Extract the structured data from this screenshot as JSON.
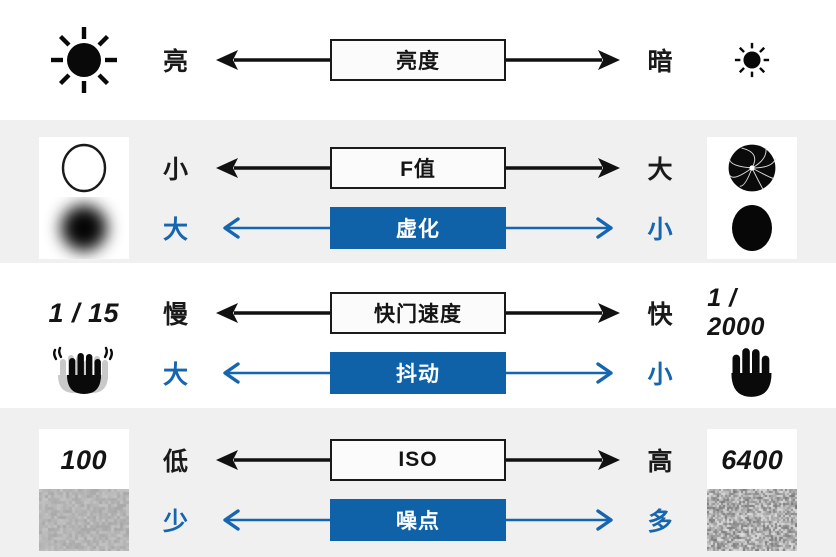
{
  "title": "Camera Exposure Triangle Relationship Chart",
  "colors": {
    "accent_blue": "#0f62a8",
    "text_blue": "#1565b0",
    "black": "#1a1a1a",
    "row_alt_bg": "#f0f0f0",
    "row_bg": "#ffffff"
  },
  "rows": [
    {
      "background": "#ffffff",
      "lines": [
        {
          "style": "light",
          "box_label": "亮度",
          "left_word": "亮",
          "right_word": "暗",
          "left_icon": "bright-sun-icon",
          "right_icon": "dim-sun-icon",
          "arrow_color": "#111111"
        }
      ]
    },
    {
      "background": "#f0f0f0",
      "lines": [
        {
          "style": "light",
          "box_label": "F值",
          "left_word": "小",
          "right_word": "大",
          "left_icon": "open-aperture-circle-icon",
          "right_icon": "closed-aperture-blades-icon",
          "arrow_color": "#111111"
        },
        {
          "style": "blue",
          "box_label": "虚化",
          "left_word": "大",
          "right_word": "小",
          "left_icon": "blurred-bokeh-circle-icon",
          "right_icon": "sharp-circle-icon",
          "arrow_color": "#1565b0"
        }
      ]
    },
    {
      "background": "#ffffff",
      "lines": [
        {
          "style": "light",
          "box_label": "快门速度",
          "left_word": "慢",
          "right_word": "快",
          "left_icon": "shutter-1-15-value",
          "left_icon_text": "1 / 15",
          "right_icon": "shutter-1-2000-value",
          "right_icon_text": "1 / 2000",
          "arrow_color": "#111111"
        },
        {
          "style": "blue",
          "box_label": "抖动",
          "left_word": "大",
          "right_word": "小",
          "left_icon": "shaking-hand-icon",
          "right_icon": "steady-hand-icon",
          "arrow_color": "#1565b0"
        }
      ]
    },
    {
      "background": "#f0f0f0",
      "lines": [
        {
          "style": "light",
          "box_label": "ISO",
          "left_word": "低",
          "right_word": "高",
          "left_icon": "iso-100-value",
          "left_icon_text": "100",
          "right_icon": "iso-6400-value",
          "right_icon_text": "6400",
          "arrow_color": "#111111"
        },
        {
          "style": "blue",
          "box_label": "噪点",
          "left_word": "少",
          "right_word": "多",
          "left_icon": "low-noise-swatch-icon",
          "right_icon": "high-noise-swatch-icon",
          "arrow_color": "#1565b0"
        }
      ]
    }
  ]
}
